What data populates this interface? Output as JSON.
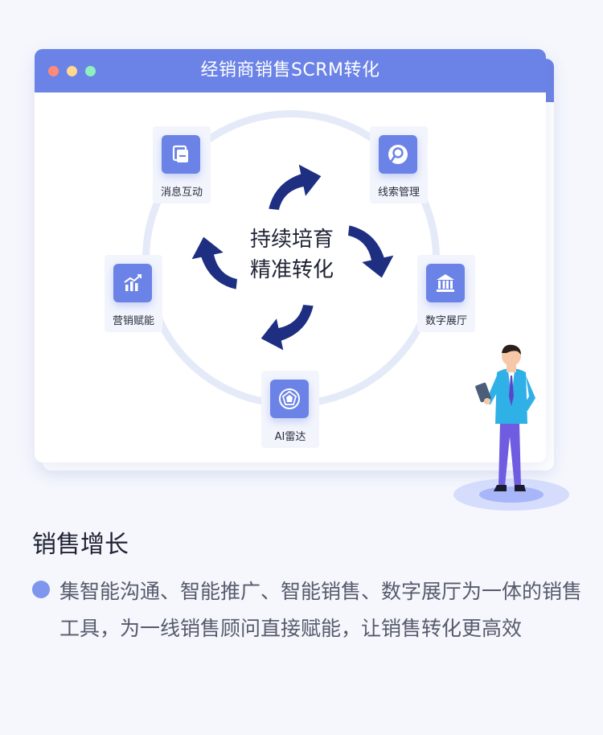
{
  "window": {
    "title": "经销商销售SCRM转化"
  },
  "center": {
    "line1": "持续培育",
    "line2": "精准转化"
  },
  "nodes": [
    {
      "label": "消息互动",
      "icon": "message-interaction-icon"
    },
    {
      "label": "线索管理",
      "icon": "lead-management-icon"
    },
    {
      "label": "数字展厅",
      "icon": "digital-showroom-icon"
    },
    {
      "label": "AI雷达",
      "icon": "ai-radar-icon"
    },
    {
      "label": "营销赋能",
      "icon": "marketing-empowerment-icon"
    }
  ],
  "section": {
    "heading": "销售增长",
    "description": "集智能沟通、智能推广、智能销售、数字展厅为一体的销售工具，为一线销售顾问直接赋能，让销售转化更高效"
  },
  "colors": {
    "accent": "#6b83e6",
    "arrow": "#1e2f82",
    "ring": "#e5eaf8",
    "background": "#f5f7fd"
  }
}
